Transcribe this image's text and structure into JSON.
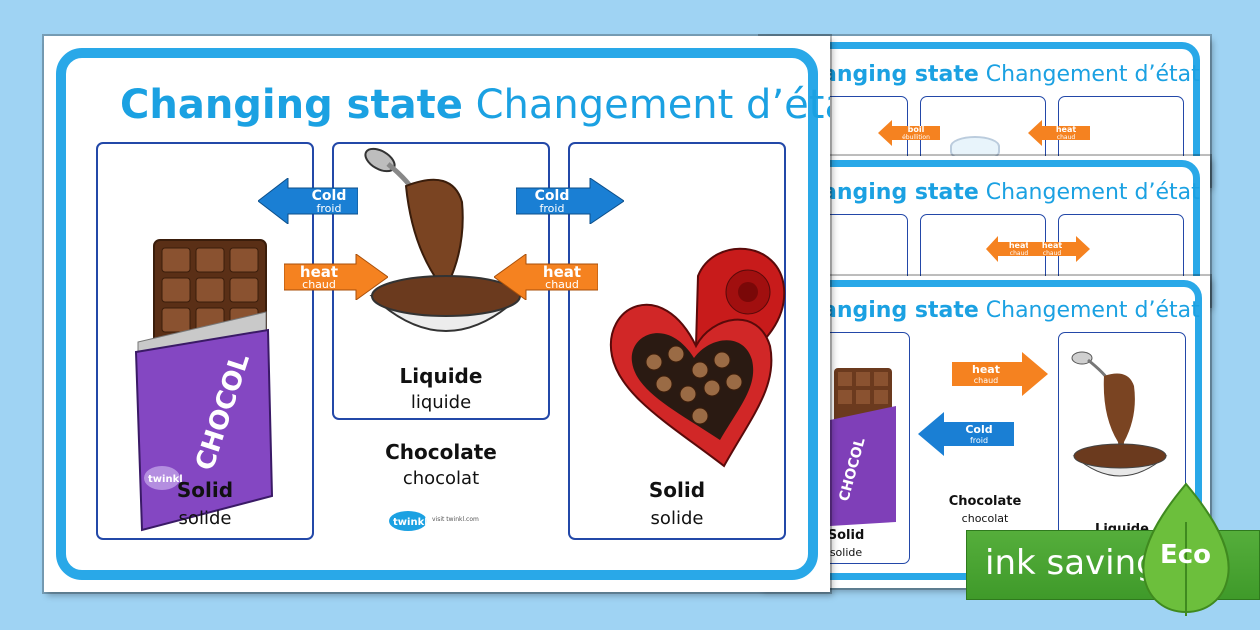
{
  "main_sheet": {
    "title_en": "Changing state",
    "title_fr": "Changement d’état",
    "cards": [
      {
        "label": "Solid",
        "sublabel": "solide"
      },
      {
        "label": "Liquide",
        "sublabel": "liquide"
      },
      {
        "label": "Solid",
        "sublabel": "solide"
      }
    ],
    "center_label": "Chocolate",
    "center_sublabel": "chocolat",
    "arrows": [
      {
        "word": "Cold",
        "sub": "froid",
        "color": "#1a7fd4"
      },
      {
        "word": "Cold",
        "sub": "froid",
        "color": "#1a7fd4"
      },
      {
        "word": "heat",
        "sub": "chaud",
        "color": "#f58220"
      },
      {
        "word": "heat",
        "sub": "chaud",
        "color": "#f58220"
      }
    ],
    "wrapper_text": "CHOCOL",
    "brand_text": "twinkl",
    "footer_text": "visit twinkl.com"
  },
  "preview_sheets": [
    {
      "title_en": "anging state",
      "title_fr": "Changement d’état",
      "arrows": [
        {
          "word": "boil",
          "sub": "ébullition",
          "color": "#f58220"
        },
        {
          "word": "heat",
          "sub": "chaud",
          "color": "#f58220"
        }
      ]
    },
    {
      "title_en": "anging state",
      "title_fr": "Changement d’état",
      "arrows": [
        {
          "word": "heat",
          "sub": "chaud",
          "color": "#f58220"
        },
        {
          "word": "heat",
          "sub": "chaud",
          "color": "#f58220"
        }
      ]
    },
    {
      "title_en": "anging state",
      "title_fr": "Changement d’état",
      "arrows": [
        {
          "word": "heat",
          "sub": "chaud",
          "color": "#f58220"
        },
        {
          "word": "Cold",
          "sub": "froid",
          "color": "#1a7fd4"
        }
      ],
      "left_label": "Solid",
      "left_sublabel": "solide",
      "center_label": "Chocolate",
      "center_sublabel": "chocolat",
      "right_label": "Liquide"
    }
  ],
  "eco_badge": {
    "text": "ink saving",
    "badge": "Eco",
    "color": "#4aa535"
  }
}
